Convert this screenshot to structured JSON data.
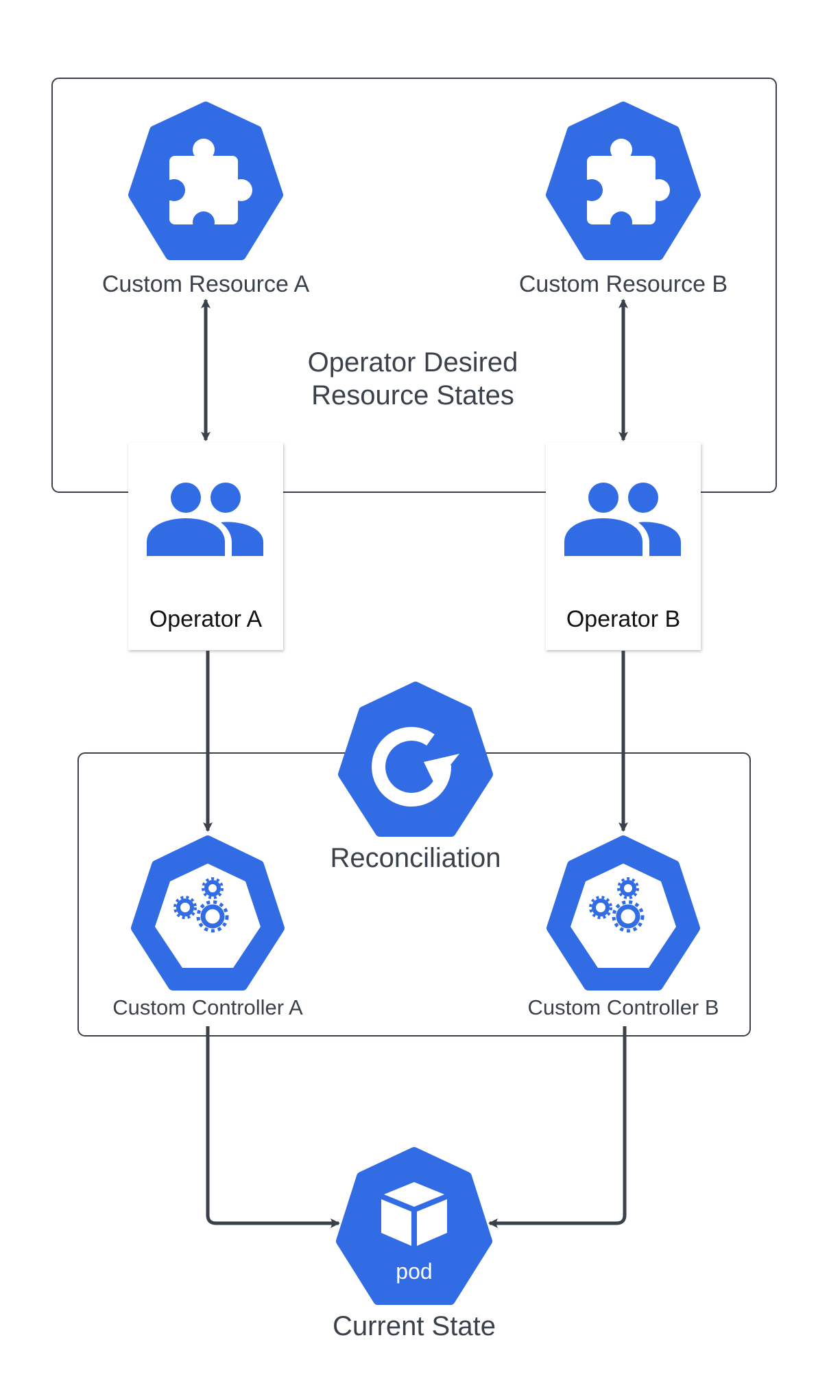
{
  "groups": {
    "desired_states": {
      "label_line1": "Operator Desired",
      "label_line2": "Resource States"
    },
    "reconciliation": {
      "label": "Reconciliation"
    }
  },
  "nodes": {
    "custom_resource_a": {
      "label": "Custom Resource A",
      "icon": "puzzle-icon"
    },
    "custom_resource_b": {
      "label": "Custom Resource B",
      "icon": "puzzle-icon"
    },
    "operator_a": {
      "label": "Operator A",
      "icon": "users-icon"
    },
    "operator_b": {
      "label": "Operator B",
      "icon": "users-icon"
    },
    "custom_controller_a": {
      "label": "Custom Controller A",
      "icon": "gears-icon"
    },
    "custom_controller_b": {
      "label": "Custom Controller B",
      "icon": "gears-icon"
    },
    "reconciliation_icon": {
      "icon": "refresh-icon"
    },
    "pod": {
      "label": "pod",
      "icon": "cube-icon"
    },
    "current_state": {
      "label": "Current State"
    }
  },
  "colors": {
    "accent": "#326ce5",
    "stroke": "#3a414a",
    "text": "#3a414a"
  }
}
